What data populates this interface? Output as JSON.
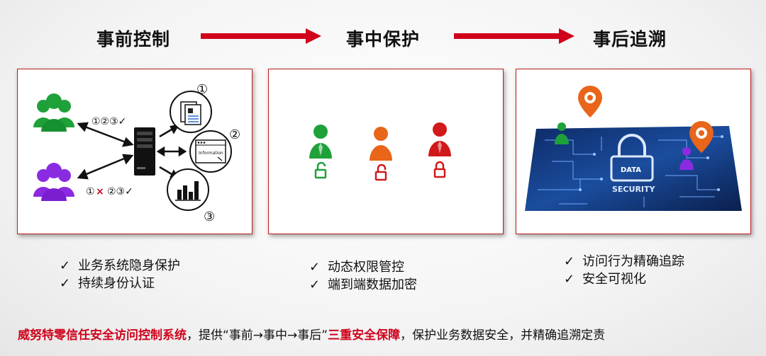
{
  "stages": [
    {
      "title": "事前控制"
    },
    {
      "title": "事中保护"
    },
    {
      "title": "事后追溯"
    }
  ],
  "panel1": {
    "step1": "①",
    "step2": "②",
    "step3": "③",
    "label_green": "①②③✓",
    "label_purple_pre": "①",
    "label_purple_x": "×",
    "label_purple_post": "②③✓",
    "doc_text": "Information"
  },
  "panel3": {
    "lock_text": "DATA",
    "security_text": "SECURITY"
  },
  "bullets": {
    "left": [
      "业务系统隐身保护",
      "持续身份认证"
    ],
    "middle": [
      "动态权限管控",
      "端到端数据加密"
    ],
    "right": [
      "访问行为精确追踪",
      "安全可视化"
    ]
  },
  "check_mark": "✓",
  "footer": {
    "part1": "威努特零信任安全访问控制系统",
    "part2": "，提供“事前→事中→事后”",
    "part3": "三重安全保障",
    "part4": "，保护业务数据安全，并精确追溯定责"
  },
  "colors": {
    "accent_red": "#d0021b",
    "green": "#1fa13a",
    "purple": "#8a2be2",
    "orange": "#e8651a",
    "dark_red": "#d11a1a"
  }
}
